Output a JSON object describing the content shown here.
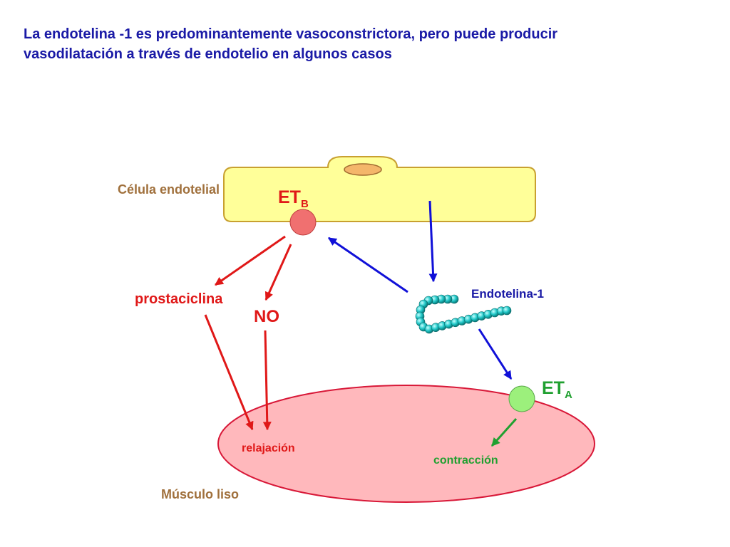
{
  "title": {
    "line1": "La endotelina -1 es predominantemente vasoconstrictora, pero puede producir",
    "line2": "vasodilatación a través de endotelio en algunos casos"
  },
  "labels": {
    "endothelial_cell": "Célula endotelial",
    "etb_main": "ET",
    "etb_sub": "B",
    "eta_main": "ET",
    "eta_sub": "A",
    "prostacyclin": "prostaciclina",
    "no": "NO",
    "endothelin": "Endotelina-1",
    "relaxation": "relajación",
    "contraction": "contracción",
    "smooth_muscle": "Músculo liso"
  },
  "colors": {
    "title": "#1a1aa6",
    "cell_fill": "#ffff99",
    "cell_stroke": "#c8a030",
    "nucleus": "#f4b66a",
    "muscle_fill": "#ffb8bc",
    "muscle_stroke": "#d81838",
    "etb_receptor": "#f07070",
    "eta_receptor": "#9cf07c",
    "red_arrow": "#e01818",
    "blue_arrow": "#1010d8",
    "green_arrow": "#20a030",
    "brown_label": "#a0703c",
    "chain": "#20c8c8"
  }
}
